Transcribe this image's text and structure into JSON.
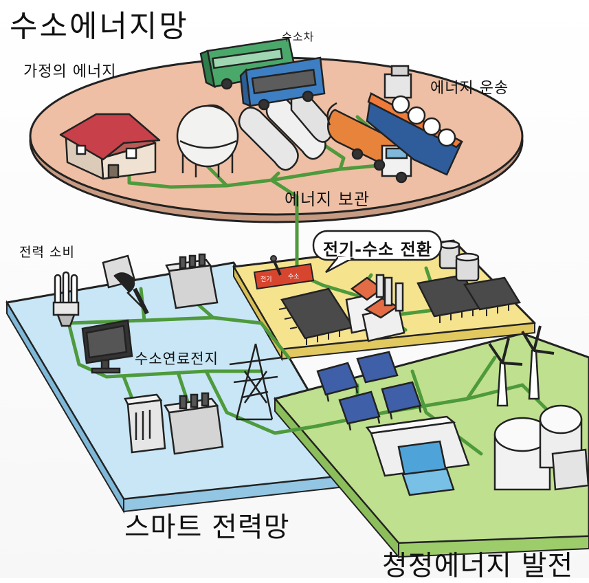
{
  "title": "수소에너지망",
  "labels": {
    "home_energy": "가정의 에너지",
    "hydrogen_car": "수소차",
    "energy_transport": "에너지 운송",
    "energy_storage": "에너지 보관",
    "power_consumption": "전력 소비",
    "conversion": "전기-수소 전환",
    "fuel_cell": "수소연료전지",
    "smart_grid": "스마트 전력망",
    "clean_generation": "청정에너지 발전"
  },
  "switch": {
    "left": "전기",
    "right": "수소"
  },
  "colors": {
    "ellipse": "#eebfa4",
    "grid_blue": "#bfe0f2",
    "board_yellow": "#f3e08a",
    "field_green": "#b9dc84",
    "line_green": "#4e9a3c",
    "bus_green": "#4aa86a",
    "bus_blue": "#3d7fc2",
    "roof_red": "#c8404a",
    "tanker_orange": "#e8833c"
  }
}
